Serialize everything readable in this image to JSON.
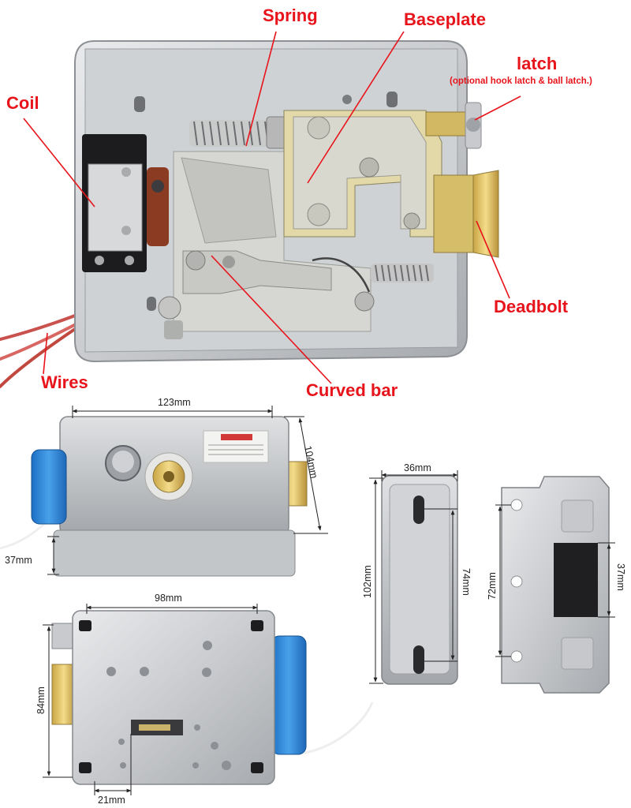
{
  "labels": {
    "spring": "Spring",
    "baseplate": "Baseplate",
    "latch": "latch",
    "latch_note": "(optional hook latch & ball latch.)",
    "coil": "Coil",
    "deadbolt": "Deadbolt",
    "wires": "Wires",
    "curved_bar": "Curved bar"
  },
  "dimensions": {
    "front_width": "123mm",
    "front_height": "104mm",
    "front_depth": "37mm",
    "back_width": "98mm",
    "back_height": "84mm",
    "back_offset": "21mm",
    "strike_width": "36mm",
    "strike_height": "102mm",
    "strike_slot": "74mm",
    "plate_height": "72mm",
    "plate_window": "37mm"
  },
  "colors": {
    "label": "#e8141b",
    "leader": "#e8141b",
    "dimension": "#222222"
  }
}
